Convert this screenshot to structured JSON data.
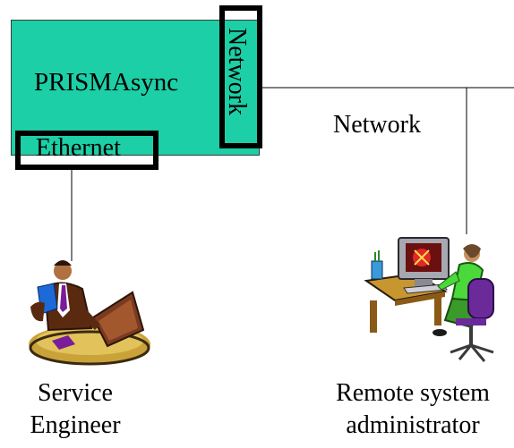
{
  "device": {
    "name": "PRISMAsync",
    "color": "#1ccfa6"
  },
  "ports": {
    "network": "Network",
    "ethernet": "Ethernet"
  },
  "network_label": "Network",
  "service_engineer": {
    "line1": "Service",
    "line2": "Engineer"
  },
  "remote_admin": {
    "line1": "Remote system",
    "line2": "administrator"
  }
}
